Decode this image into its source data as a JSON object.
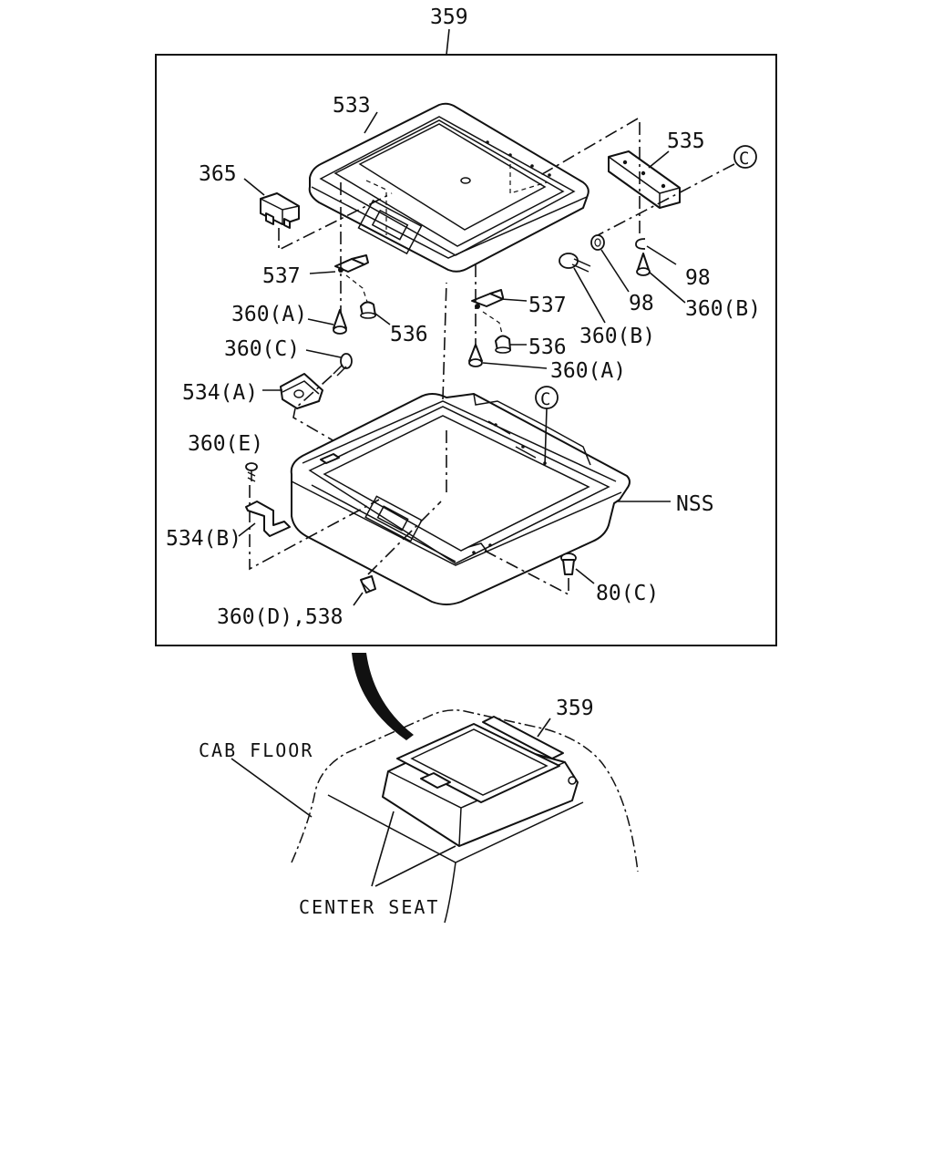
{
  "diagram": {
    "assembly_label": "359",
    "callouts": {
      "lid": "533",
      "switch": "365",
      "hinge_bracket": "535",
      "circle_ref_top": "C",
      "circle_ref_bottom": "C",
      "clip_left": "537",
      "clip_right": "537",
      "screw_a_left": "360(A)",
      "screw_a_right": "360(A)",
      "cap_left": "536",
      "cap_right": "536",
      "screw_c": "360(C)",
      "latch_a": "534(A)",
      "washer_98_a": "98",
      "washer_98_b": "98",
      "screw_b_a": "360(B)",
      "screw_b_b": "360(B)",
      "screw_e": "360(E)",
      "bracket_b": "534(B)",
      "base": "NSS",
      "bolt_80c": "80(C)",
      "screw_d": "360(D),538"
    },
    "location_view": {
      "assembly_label": "359",
      "cab_floor": "CAB FLOOR",
      "center_seat": "CENTER SEAT"
    }
  }
}
